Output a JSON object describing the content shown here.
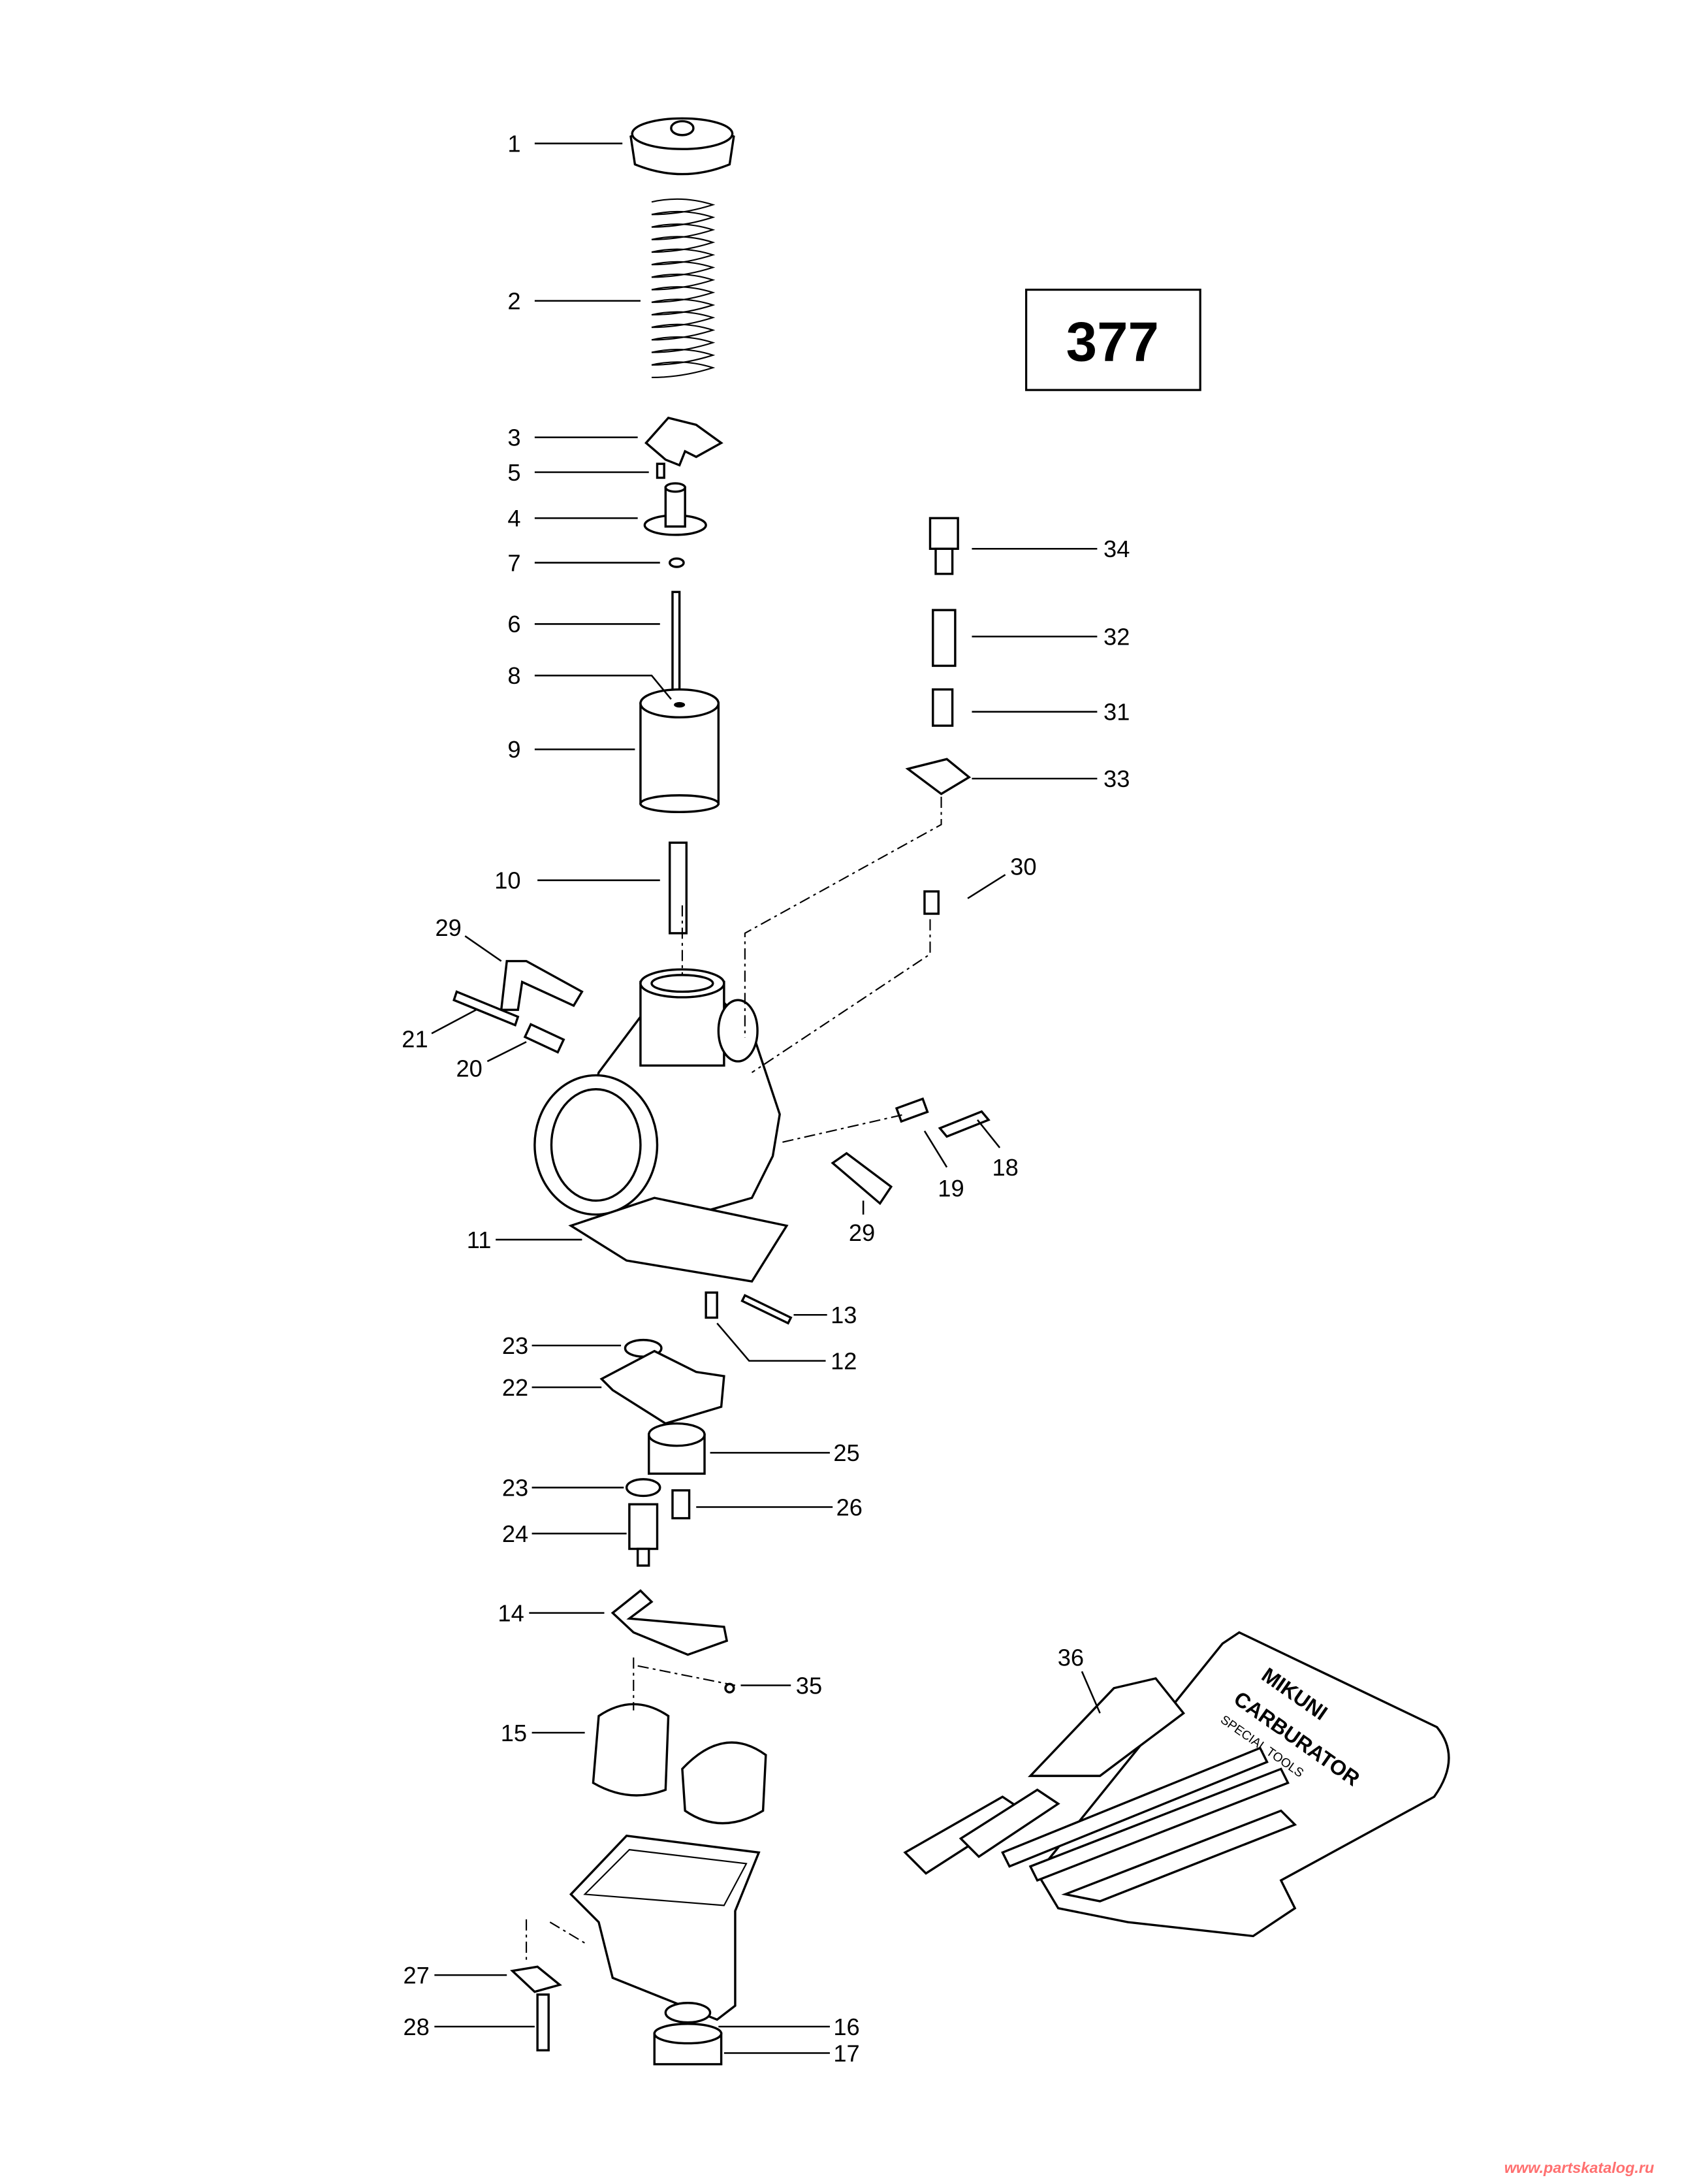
{
  "diagram": {
    "page_number": "377",
    "watermark": "www.partskatalog.ru",
    "tool_kit_text": [
      "MIKUNI",
      "CARBURATOR",
      "SPECIAL TOOLS"
    ],
    "callouts": [
      "1",
      "2",
      "3",
      "5",
      "4",
      "7",
      "6",
      "8",
      "9",
      "10",
      "29",
      "21",
      "20",
      "11",
      "23",
      "22",
      "23",
      "24",
      "14",
      "15",
      "27",
      "28",
      "34",
      "32",
      "31",
      "33",
      "30",
      "18",
      "19",
      "29",
      "13",
      "12",
      "25",
      "26",
      "35",
      "36",
      "16",
      "17"
    ]
  }
}
